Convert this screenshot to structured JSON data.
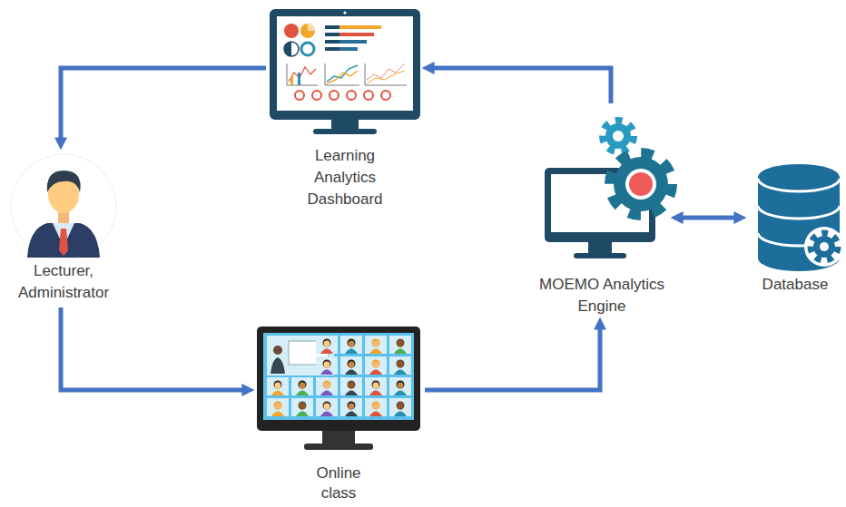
{
  "diagram": {
    "nodes": [
      {
        "text": [
          "Learning Analytics Dashboard"
        ]
      },
      {
        "text": [
          "Lecturer, Administrator"
        ]
      },
      {
        "text": [
          "MOEMO Analytics Engine"
        ]
      },
      {
        "text": [
          "Database"
        ]
      },
      {
        "text": [
          "Online class"
        ]
      }
    ],
    "edges": [
      {
        "from": 0,
        "to": 1,
        "arrow": "to"
      },
      {
        "from": 1,
        "to": 4,
        "arrow": "to"
      },
      {
        "from": 4,
        "to": 2,
        "arrow": "to"
      },
      {
        "from": 2,
        "to": 0,
        "arrow": "to"
      },
      {
        "from": 2,
        "to": 3,
        "arrow": "both"
      }
    ]
  }
}
